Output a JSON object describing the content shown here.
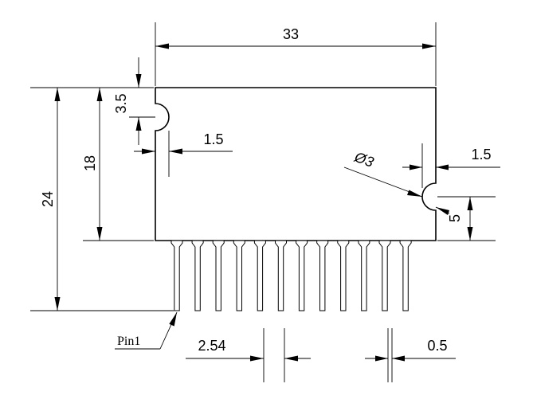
{
  "diagram": {
    "dimensions": {
      "width": "33",
      "height_total": "24",
      "height_body": "18",
      "notch_offset": "3.5",
      "notch_depth": "1.5",
      "hole_diameter": "Ø3",
      "hole_offset_x": "1.5",
      "hole_offset_y": "5",
      "pin_pitch": "2.54",
      "pin_width": "0.5"
    },
    "pin_label": "Pin1",
    "pin_count": 12
  }
}
